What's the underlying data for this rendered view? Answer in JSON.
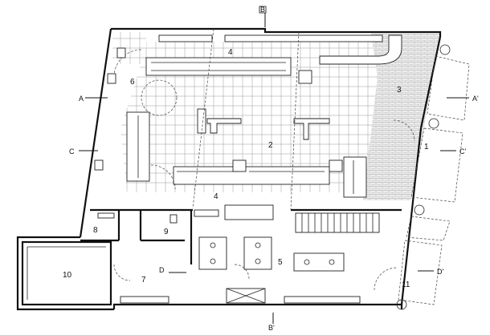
{
  "title": "",
  "room_labels": [
    "1",
    "2",
    "3",
    "4",
    "4",
    "5",
    "6",
    "7",
    "8",
    "9",
    "10",
    "11"
  ],
  "section_marks": {
    "A": "A",
    "A_prime": "A'",
    "B": "B",
    "B_prime": "B'",
    "C": "C",
    "C_prime": "C'",
    "D": "D",
    "D_prime": "D'"
  }
}
